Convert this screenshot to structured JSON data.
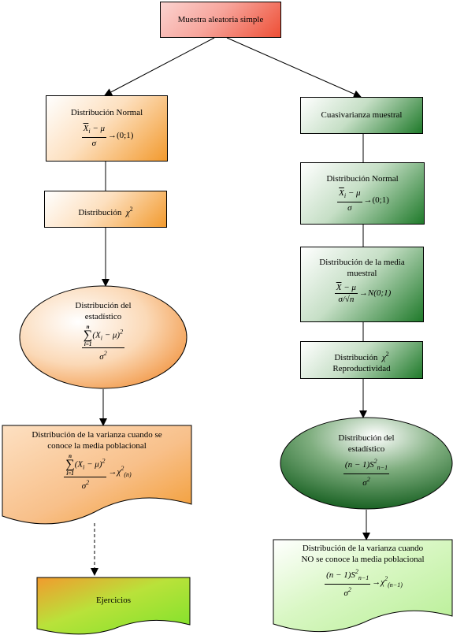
{
  "nodes": {
    "root": {
      "label": "Muestra aleatoria simple"
    },
    "left_normal": {
      "title": "Distribución Normal",
      "formula": {
        "num_var": "X",
        "num_sub": "i",
        "num_rest": " − μ",
        "den": "σ",
        "arrow": "→",
        "result": "(0;1)"
      }
    },
    "left_chi": {
      "title": "Distribución",
      "symbol": "χ",
      "sup": "2"
    },
    "left_ellipse": {
      "title_line1": "Distribución del",
      "title_line2": "estadístico",
      "sum_top": "n",
      "sum_sym": "∑",
      "sum_bottom": "i=1",
      "num_expr": "(X",
      "num_sub": "i",
      "num_rest": " − μ)",
      "num_sup": "2",
      "den": "σ",
      "den_sup": "2"
    },
    "left_var": {
      "title_line1": "Distribución de la varianza cuando se",
      "title_line2": "conoce la media poblacional",
      "sum_top": "n",
      "sum_sym": "∑",
      "sum_bottom": "i=1",
      "num_expr": "(X",
      "num_sub": "i",
      "num_rest": " − μ)",
      "num_sup": "2",
      "den": "σ",
      "den_sup": "2",
      "arrow": "→",
      "result": "χ",
      "result_sup": "2",
      "result_sub": "(n)"
    },
    "exercises": {
      "label": "Ejercicios"
    },
    "right_cuasi": {
      "label": "Cuasivarianza muestral"
    },
    "right_normal": {
      "title": "Distribución Normal",
      "formula": {
        "num_var": "X",
        "num_sub": "i",
        "num_rest": " − μ",
        "den": "σ",
        "arrow": "→",
        "result": "(0;1)"
      }
    },
    "right_media": {
      "title_line1": "Distribución de la media",
      "title_line2": "muestral",
      "num_var": "X",
      "num_rest": " − μ",
      "den": "σ/√n",
      "arrow": "→",
      "result": "N(0;1)"
    },
    "right_chi": {
      "title": "Distribución",
      "symbol": "χ",
      "sup": "2",
      "subtitle": "Reproductividad"
    },
    "right_ellipse": {
      "title_line1": "Distribución del",
      "title_line2": "estadístico",
      "num": "(n − 1)S",
      "num_sup": "2",
      "num_sub": "n−1",
      "den": "σ",
      "den_sup": "2"
    },
    "right_var": {
      "title_line1": "Distribución de la varianza cuando",
      "title_line2": "NO se conoce la media poblacional",
      "num": "(n − 1)S",
      "num_sup": "2",
      "num_sub": "n−1",
      "den": "σ",
      "den_sup": "2",
      "arrow": "→",
      "result": "χ",
      "result_sup": "2",
      "result_sub": "(n−1)"
    }
  }
}
